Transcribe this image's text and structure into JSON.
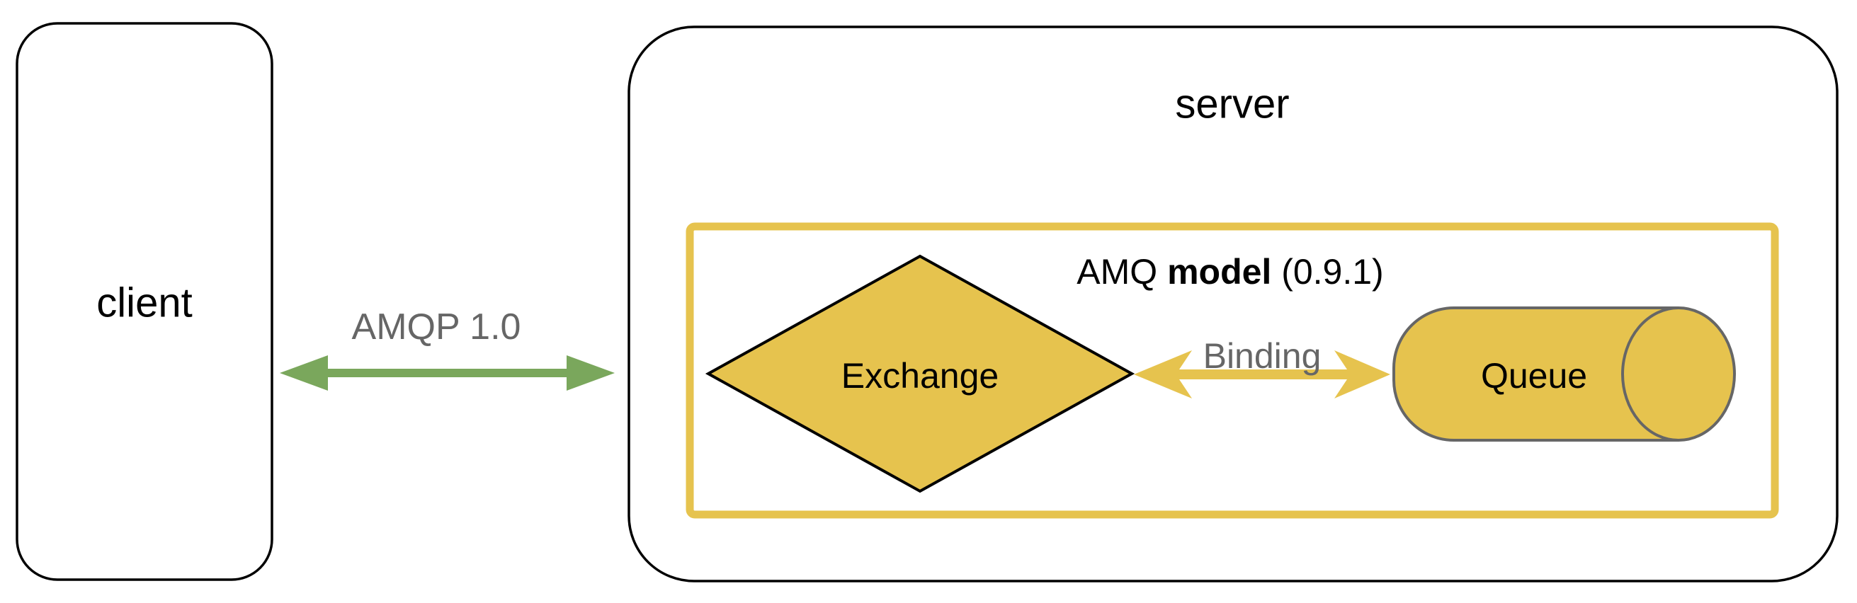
{
  "diagram": {
    "title": "AMQP client-server messaging model diagram",
    "client": {
      "label": "client"
    },
    "server": {
      "label": "server"
    },
    "amqp_link": {
      "label": "AMQP 1.0"
    },
    "amq_model": {
      "label_prefix": "AMQ ",
      "label_bold": "model",
      "label_suffix": " (0.9.1)"
    },
    "exchange": {
      "label": "Exchange"
    },
    "binding": {
      "label": "Binding"
    },
    "queue": {
      "label": "Queue"
    }
  },
  "colors": {
    "yellow": "#e6c34e",
    "green": "#7aa75c",
    "gray_text": "#666666",
    "cylinder_stroke": "#666666",
    "box_stroke": "#000000",
    "background": "#ffffff"
  }
}
